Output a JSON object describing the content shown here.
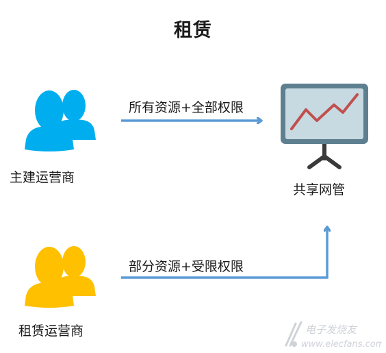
{
  "title": "租赁",
  "nodes": {
    "main_operator": {
      "label": "主建运营商",
      "color": "#00aeef"
    },
    "rental_operator": {
      "label": "租赁运营商",
      "color": "#ffc000"
    },
    "shared_nms": {
      "label": "共享网管"
    }
  },
  "edges": {
    "main_to_nms": {
      "label": "所有资源+全部权限"
    },
    "rental_to_nms": {
      "label": "部分资源+受限权限"
    }
  },
  "colors": {
    "arrow": "#5b9bd5",
    "monitor_frame": "#5e7f90",
    "monitor_screen": "#c7d9e1",
    "monitor_line": "#c0504d",
    "monitor_stand": "#3a3a3a"
  },
  "watermark": {
    "cn": "电子发烧友",
    "en": "www.elecfans.com"
  }
}
